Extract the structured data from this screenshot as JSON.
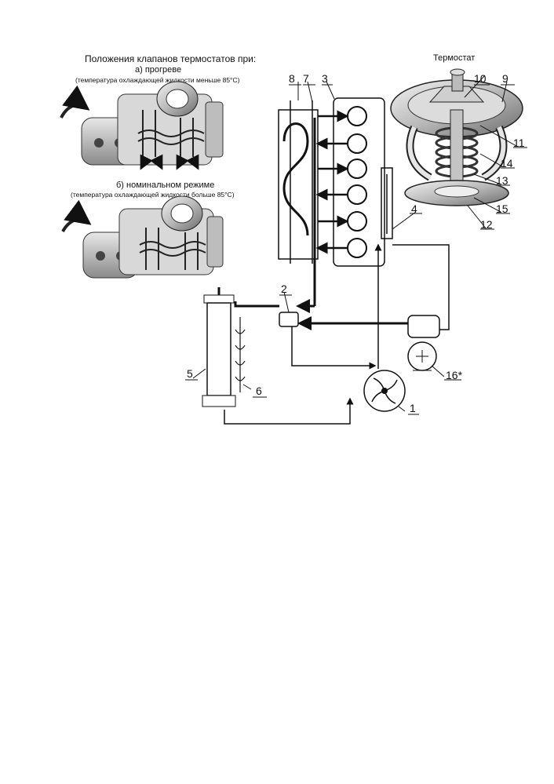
{
  "left_panel": {
    "title": "Положения клапанов термостатов при:",
    "case_a": {
      "label": "а) прогреве",
      "note": "(температура охлаждающей жидкости меньше 85°С)"
    },
    "case_b": {
      "label": "б) номинальном режиме",
      "note": "(температура охлаждающей жидкости больше 85°С)"
    }
  },
  "thermostat_panel": {
    "title": "Термостат"
  },
  "callouts": {
    "c1": "1",
    "c2": "2",
    "c3": "3",
    "c4": "4",
    "c5": "5",
    "c6": "6",
    "c7": "7",
    "c8": "8",
    "c9": "9",
    "c10": "10",
    "c11": "11",
    "c12": "12",
    "c13": "13",
    "c14": "14",
    "c15": "15",
    "c16": "16*"
  }
}
